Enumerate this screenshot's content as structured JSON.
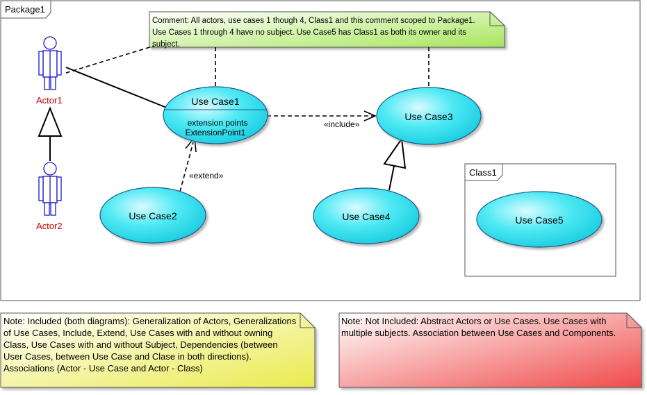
{
  "package": {
    "name": "Package1"
  },
  "comment": {
    "text": "Comment: All actors, use cases 1 though 4, Class1 and this comment scoped to Package1. Use Cases 1 through 4 have no subject. Use Case5 has Class1 as both its owner and its subject."
  },
  "actors": [
    {
      "name": "Actor1"
    },
    {
      "name": "Actor2"
    }
  ],
  "use_cases": {
    "uc1": {
      "name": "Use Case1",
      "ext_header": "extension points",
      "ext_point": "ExtensionPoint1"
    },
    "uc2": {
      "name": "Use Case2"
    },
    "uc3": {
      "name": "Use Case3"
    },
    "uc4": {
      "name": "Use Case4"
    },
    "uc5": {
      "name": "Use Case5"
    }
  },
  "relations": {
    "include_label": "«include»",
    "extend_label": "«extend»"
  },
  "class_box": {
    "name": "Class1"
  },
  "notes": {
    "included": "Note: Included (both diagrams): Generalization of Actors, Generalizations of Use Cases, Include, Extend, Use Cases with and without owning Class, Use Cases with and without Subject, Dependencies (between User Cases, between Use Case and Clase in both directions). Associations (Actor - Use Case and Actor - Class)",
    "excluded": "Note: Not Included: Abstract Actors or Use Cases. Use Cases with multiple subjects. Association between Use Cases and Components."
  },
  "colors": {
    "use_case_fill": "#33e6f0",
    "actor_stroke": "#1a1acc",
    "actor_label": "#cc0000",
    "comment_fill": "#c8f08c",
    "note_included_fill": "#f0f078",
    "note_excluded_fill": "#f47a7a"
  },
  "icons": [
    "actor-icon",
    "generalization-arrow-icon",
    "dependency-arrow-icon"
  ]
}
